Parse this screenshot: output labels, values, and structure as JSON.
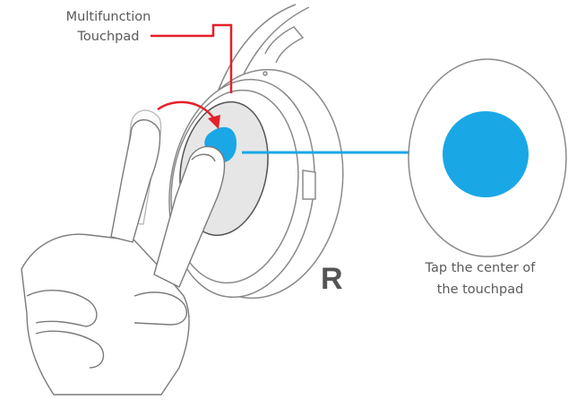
{
  "callout": {
    "line1": "Multifunction",
    "line2": "Touchpad"
  },
  "side_mark": "R",
  "caption": {
    "line1": "Tap the center of",
    "line2": "the touchpad"
  },
  "colors": {
    "accent_blue": "#1aa7e6",
    "pointer_red": "#e4202a",
    "outline": "#8a8a8a",
    "pad_fill": "#e6e6e6"
  },
  "icons": {
    "gesture": "finger-tap-icon",
    "direction": "arrow-right-icon",
    "motion": "curved-arrow-icon"
  }
}
